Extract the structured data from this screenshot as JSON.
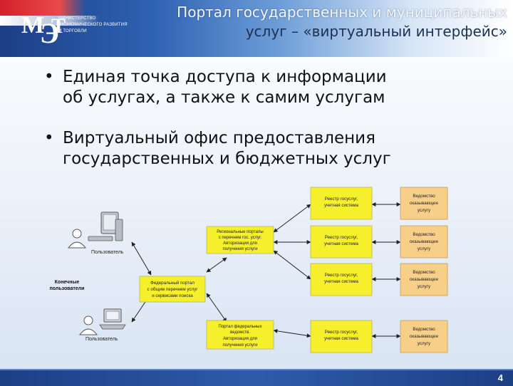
{
  "header": {
    "logo_text": [
      "МИНИСТЕРСТВО",
      "ЭКОНОМИЧЕСКОГО РАЗВИТИЯ",
      "И ТОРГОВЛИ"
    ],
    "title_line1": "Портал государственных и муниципальных",
    "title_line2": "услуг – «виртуальный интерфейс»"
  },
  "bullets": [
    {
      "bullet": "•",
      "lines": [
        "Единая точка доступа к информации",
        "об услугах, а также к самим услугам"
      ]
    },
    {
      "bullet": "•",
      "lines": [
        "Виртуальный офис предоставления",
        "государственных и бюджетных услуг"
      ]
    }
  ],
  "diagram": {
    "users_label": [
      "Конечные",
      "пользователи"
    ],
    "user_desktop": "Пользователь",
    "user_laptop": "Пользователь",
    "federal_portal": [
      "Федеральный портал",
      "с общим перечнем услуг",
      "и сервисами поиска"
    ],
    "regional_portal": [
      "Региональные порталы",
      "с перечнем гос. услуг.",
      "Авторизация для",
      "получения услуги"
    ],
    "other_agencies": [
      "Портал федеральных",
      "ведомств.",
      "Авторизация для",
      "получения услуги"
    ],
    "registry": [
      "Реестр госуслуг,",
      "учетная система"
    ],
    "agency": [
      "Ведомство",
      "оказывающее",
      "услугу"
    ]
  },
  "footer": {
    "page_number": "4"
  },
  "colors": {
    "yellow_box": "#f5ef2c",
    "orange_box": "#f8cf88",
    "header_blue": "#2e62b3",
    "footer_blue": "#1d3f86"
  }
}
